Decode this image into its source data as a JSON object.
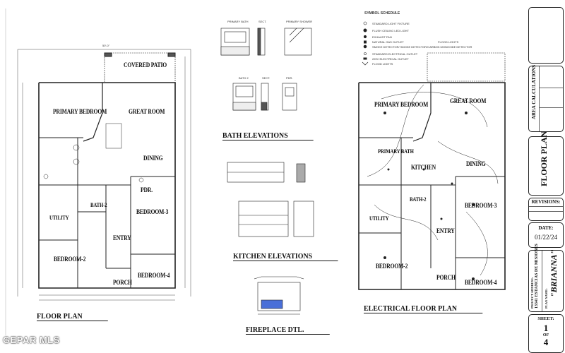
{
  "floor_plan": {
    "title": "FLOOR PLAN",
    "rooms": {
      "covered_patio": "COVERED PATIO",
      "primary_bedroom": "PRIMARY BEDROOM",
      "great_room": "GREAT ROOM",
      "dining": "DINING",
      "pdr": "PDR.",
      "bath_2": "BATH-2",
      "bedroom_3": "BEDROOM-3",
      "utility": "UTILITY",
      "entry": "ENTRY",
      "bedroom_2": "BEDROOM-2",
      "porch": "PORCH",
      "bedroom_4": "BEDROOM-4"
    },
    "overall_dim": "50'-0\""
  },
  "bath_elevations": {
    "title": "BATH ELEVATIONS",
    "labels": [
      "PRIMARY BATH",
      "SECT.",
      "PRIMARY SHOWER",
      "BATH 2",
      "SECT.",
      "PDR."
    ]
  },
  "kitchen_elevations": {
    "title": "KITCHEN ELEVATIONS"
  },
  "fireplace": {
    "title": "FIREPLACE DTL."
  },
  "electrical": {
    "title": "ELECTRICAL FLOOR PLAN",
    "symbol_schedule_title": "SYMBOL SCHEDULE",
    "symbols": [
      {
        "icon": "standard-light-fixture",
        "label": "STANDARD LIGHT FIXTURE"
      },
      {
        "icon": "flush-led-light",
        "label": "FLUSH CEILING LED LIGHT"
      },
      {
        "icon": "exhaust-fan",
        "label": "EXHAUST FAN"
      },
      {
        "icon": "gas-outlet",
        "label": "NATURAL GAS OUTLET"
      },
      {
        "icon": "smoke-detector",
        "label": "SMOKE DETECTOR/ SMOKE DETECTOR/CARBON MONOXIDE DETECTOR"
      },
      {
        "icon": "electrical-outlet",
        "label": "STANDARD ELECTRICAL OUTLET"
      },
      {
        "icon": "220v-outlet",
        "label": "220V ELECTRICAL OUTLET"
      },
      {
        "icon": "flood-lights",
        "label": "FLOOD LIGHTS"
      }
    ],
    "flood_lights_note": "FLOOD LIGHTS",
    "rooms": {
      "primary_bedroom": "PRIMARY BEDROOM",
      "great_room": "GREAT ROOM",
      "primary_bath": "PRIMARY BATH",
      "kitchen": "KITCHEN",
      "dining": "DINING",
      "bath_2": "BATH-2",
      "bedroom_3": "BEDROOM-3",
      "utility": "UTILITY",
      "entry": "ENTRY",
      "bedroom_2": "BEDROOM-2",
      "porch": "PORCH",
      "bedroom_4": "BEDROOM-4"
    }
  },
  "title_block": {
    "area_calculations": "AREA CALCULATIONS",
    "sheet_name": "FLOOR PLAN",
    "revisions": "REVISIONS:",
    "date_label": "DATE:",
    "date": "01/22/24",
    "project_address_label": "PROJECT ADDRESS:",
    "project_address": "13341 ESTANCIAS DE MISIONES",
    "plan_name_label": "PLAN NAME:",
    "plan_name": "\"BRIANNA\"",
    "sheet_label": "SHEET:",
    "sheet_number": "1",
    "sheet_of": "OF",
    "sheet_total": "4"
  },
  "watermark": "GEPAR MLS"
}
